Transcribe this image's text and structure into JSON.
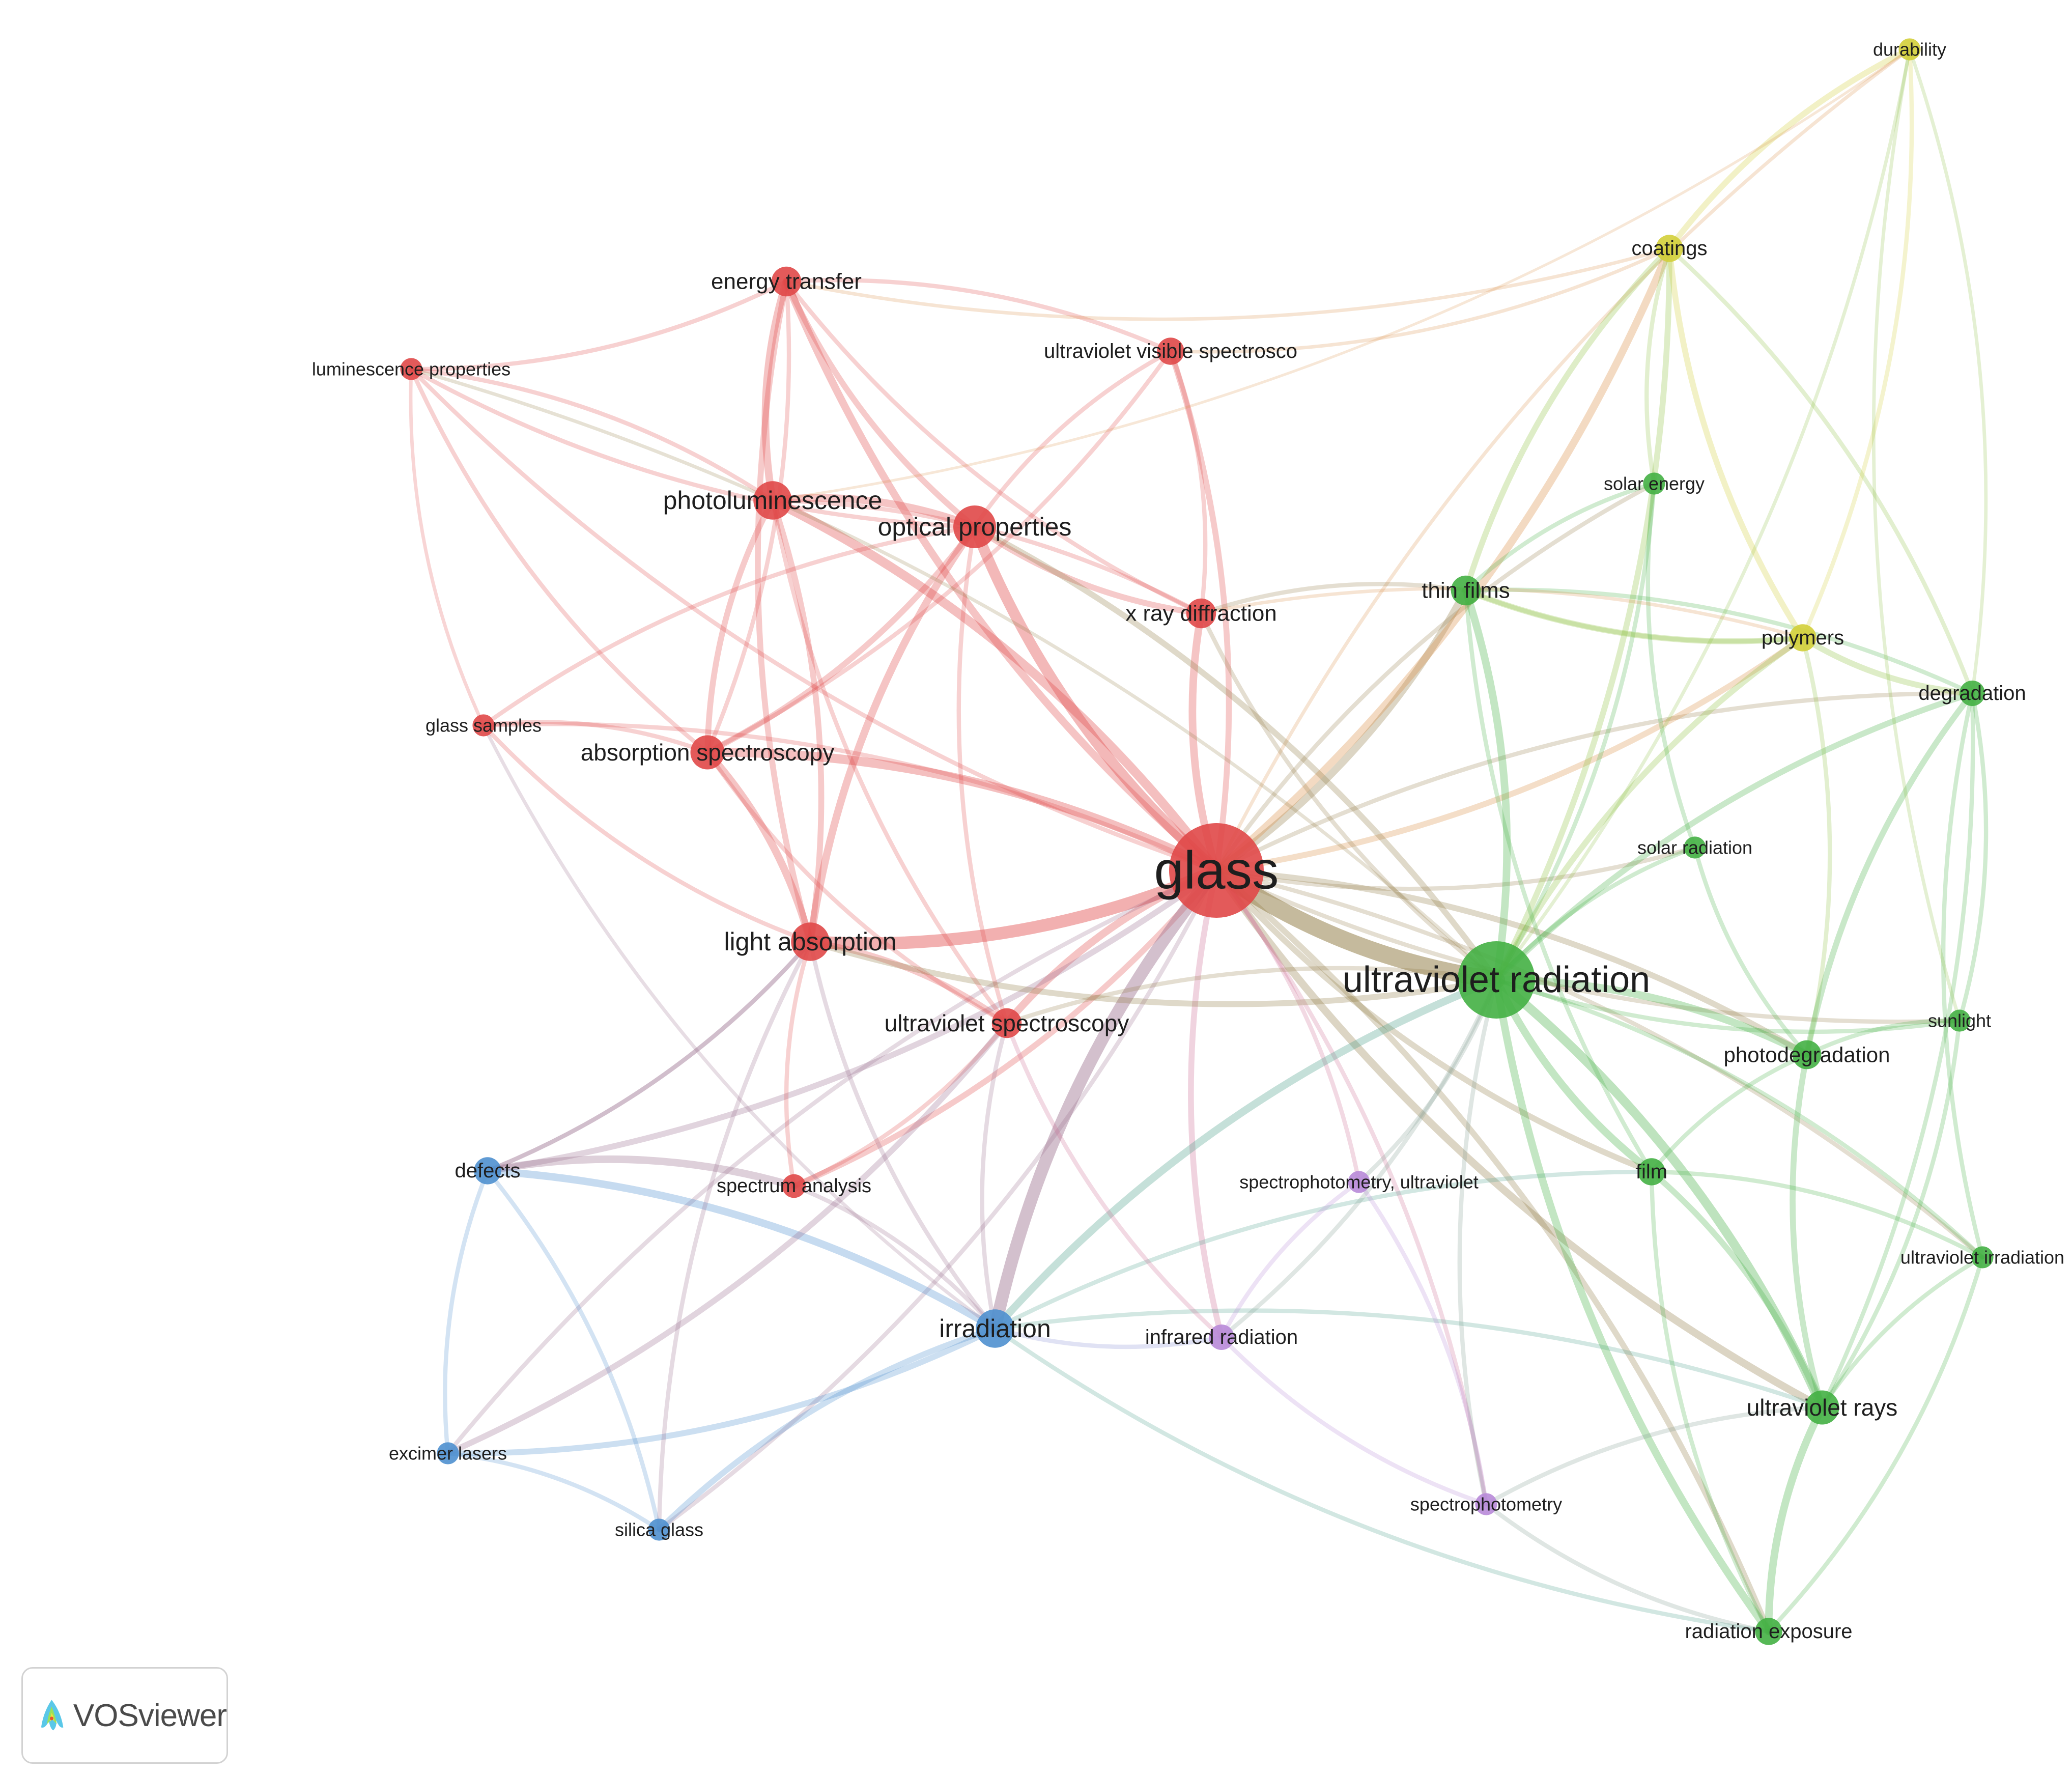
{
  "diagram": {
    "clusters": [
      {
        "id": "red",
        "color": "#e04848"
      },
      {
        "id": "green",
        "color": "#44b044"
      },
      {
        "id": "blue",
        "color": "#4f90cf"
      },
      {
        "id": "yellow",
        "color": "#d3cf3a"
      },
      {
        "id": "purple",
        "color": "#b88ad8"
      }
    ],
    "nodes": [
      {
        "id": "glass",
        "label": "glass",
        "cluster": "red",
        "weight": 10
      },
      {
        "id": "ultraviolet-radiation",
        "label": "ultraviolet radiation",
        "cluster": "green",
        "weight": 8
      },
      {
        "id": "optical-properties",
        "label": "optical properties",
        "cluster": "red",
        "weight": 4
      },
      {
        "id": "photoluminescence",
        "label": "photoluminescence",
        "cluster": "red",
        "weight": 3.5
      },
      {
        "id": "light-absorption",
        "label": "light absorption",
        "cluster": "red",
        "weight": 3.5
      },
      {
        "id": "absorption-spectroscopy",
        "label": "absorption spectroscopy",
        "cluster": "red",
        "weight": 3
      },
      {
        "id": "energy-transfer",
        "label": "energy transfer",
        "cluster": "red",
        "weight": 2.5
      },
      {
        "id": "ultraviolet-visible-spectrosco",
        "label": "ultraviolet visible spectrosco",
        "cluster": "red",
        "weight": 2.2
      },
      {
        "id": "x-ray-diffraction",
        "label": "x ray diffraction",
        "cluster": "red",
        "weight": 2.5
      },
      {
        "id": "ultraviolet-spectroscopy",
        "label": "ultraviolet spectroscopy",
        "cluster": "red",
        "weight": 2.5
      },
      {
        "id": "luminescence-properties",
        "label": "luminescence properties",
        "cluster": "red",
        "weight": 1.6
      },
      {
        "id": "glass-samples",
        "label": "glass samples",
        "cluster": "red",
        "weight": 1.6
      },
      {
        "id": "spectrum-analysis",
        "label": "spectrum analysis",
        "cluster": "red",
        "weight": 1.8
      },
      {
        "id": "irradiation",
        "label": "irradiation",
        "cluster": "blue",
        "weight": 3.5
      },
      {
        "id": "defects",
        "label": "defects",
        "cluster": "blue",
        "weight": 2.2
      },
      {
        "id": "excimer-lasers",
        "label": "excimer lasers",
        "cluster": "blue",
        "weight": 1.6
      },
      {
        "id": "silica-glass",
        "label": "silica glass",
        "cluster": "blue",
        "weight": 1.6
      },
      {
        "id": "thin-films",
        "label": "thin films",
        "cluster": "green",
        "weight": 2.5
      },
      {
        "id": "solar-energy",
        "label": "solar energy",
        "cluster": "green",
        "weight": 1.6
      },
      {
        "id": "solar-radiation",
        "label": "solar radiation",
        "cluster": "green",
        "weight": 1.6
      },
      {
        "id": "degradation",
        "label": "degradation",
        "cluster": "green",
        "weight": 2
      },
      {
        "id": "sunlight",
        "label": "sunlight",
        "cluster": "green",
        "weight": 1.6
      },
      {
        "id": "photodegradation",
        "label": "photodegradation",
        "cluster": "green",
        "weight": 2.4
      },
      {
        "id": "film",
        "label": "film",
        "cluster": "green",
        "weight": 2.2
      },
      {
        "id": "ultraviolet-irradiation",
        "label": "ultraviolet irradiation",
        "cluster": "green",
        "weight": 1.6
      },
      {
        "id": "ultraviolet-rays",
        "label": "ultraviolet rays",
        "cluster": "green",
        "weight": 3
      },
      {
        "id": "radiation-exposure",
        "label": "radiation exposure",
        "cluster": "green",
        "weight": 2.2
      },
      {
        "id": "coatings",
        "label": "coatings",
        "cluster": "yellow",
        "weight": 2.2
      },
      {
        "id": "durability",
        "label": "durability",
        "cluster": "yellow",
        "weight": 1.6
      },
      {
        "id": "polymers",
        "label": "polymers",
        "cluster": "yellow",
        "weight": 2.2
      },
      {
        "id": "spectrophotometry-ultraviolet",
        "label": "spectrophotometry, ultraviolet",
        "cluster": "purple",
        "weight": 1.6
      },
      {
        "id": "infrared-radiation",
        "label": "infrared radiation",
        "cluster": "purple",
        "weight": 2
      },
      {
        "id": "spectrophotometry",
        "label": "spectrophotometry",
        "cluster": "purple",
        "weight": 1.6
      }
    ],
    "links": [
      [
        "glass",
        "ultraviolet-radiation",
        10
      ],
      [
        "glass",
        "optical-properties",
        6
      ],
      [
        "glass",
        "photoluminescence",
        5
      ],
      [
        "glass",
        "light-absorption",
        7
      ],
      [
        "glass",
        "absorption-spectroscopy",
        5
      ],
      [
        "glass",
        "energy-transfer",
        4
      ],
      [
        "glass",
        "ultraviolet-visible-spectrosco",
        3
      ],
      [
        "glass",
        "x-ray-diffraction",
        4
      ],
      [
        "glass",
        "ultraviolet-spectroscopy",
        4
      ],
      [
        "glass",
        "luminescence-properties",
        2
      ],
      [
        "glass",
        "glass-samples",
        2
      ],
      [
        "glass",
        "spectrum-analysis",
        3
      ],
      [
        "glass",
        "irradiation",
        7
      ],
      [
        "glass",
        "defects",
        3
      ],
      [
        "glass",
        "excimer-lasers",
        2
      ],
      [
        "glass",
        "silica-glass",
        2
      ],
      [
        "glass",
        "thin-films",
        4
      ],
      [
        "glass",
        "solar-energy",
        2
      ],
      [
        "glass",
        "solar-radiation",
        2
      ],
      [
        "glass",
        "degradation",
        2
      ],
      [
        "glass",
        "sunlight",
        2
      ],
      [
        "glass",
        "photodegradation",
        3
      ],
      [
        "glass",
        "film",
        3
      ],
      [
        "glass",
        "ultraviolet-irradiation",
        2
      ],
      [
        "glass",
        "ultraviolet-rays",
        4
      ],
      [
        "glass",
        "radiation-exposure",
        3
      ],
      [
        "glass",
        "coatings",
        4
      ],
      [
        "glass",
        "durability",
        1.5
      ],
      [
        "glass",
        "polymers",
        3
      ],
      [
        "glass",
        "spectrophotometry-ultraviolet",
        2
      ],
      [
        "glass",
        "infrared-radiation",
        3
      ],
      [
        "glass",
        "spectrophotometry",
        2
      ],
      [
        "optical-properties",
        "photoluminescence",
        4
      ],
      [
        "optical-properties",
        "energy-transfer",
        3
      ],
      [
        "optical-properties",
        "light-absorption",
        4
      ],
      [
        "optical-properties",
        "absorption-spectroscopy",
        3
      ],
      [
        "optical-properties",
        "x-ray-diffraction",
        3
      ],
      [
        "optical-properties",
        "ultraviolet-visible-spectrosco",
        2
      ],
      [
        "optical-properties",
        "ultraviolet-spectroscopy",
        2
      ],
      [
        "optical-properties",
        "luminescence-properties",
        2
      ],
      [
        "optical-properties",
        "glass-samples",
        2
      ],
      [
        "photoluminescence",
        "energy-transfer",
        4
      ],
      [
        "photoluminescence",
        "absorption-spectroscopy",
        3
      ],
      [
        "photoluminescence",
        "light-absorption",
        3
      ],
      [
        "photoluminescence",
        "luminescence-properties",
        2
      ],
      [
        "photoluminescence",
        "x-ray-diffraction",
        2
      ],
      [
        "photoluminescence",
        "ultraviolet-spectroscopy",
        2
      ],
      [
        "energy-transfer",
        "luminescence-properties",
        2
      ],
      [
        "energy-transfer",
        "light-absorption",
        3
      ],
      [
        "energy-transfer",
        "absorption-spectroscopy",
        2
      ],
      [
        "energy-transfer",
        "x-ray-diffraction",
        2
      ],
      [
        "absorption-spectroscopy",
        "light-absorption",
        4
      ],
      [
        "absorption-spectroscopy",
        "glass-samples",
        2
      ],
      [
        "absorption-spectroscopy",
        "luminescence-properties",
        2
      ],
      [
        "absorption-spectroscopy",
        "ultraviolet-spectroscopy",
        2
      ],
      [
        "light-absorption",
        "ultraviolet-spectroscopy",
        3
      ],
      [
        "light-absorption",
        "spectrum-analysis",
        2
      ],
      [
        "light-absorption",
        "glass-samples",
        2
      ],
      [
        "light-absorption",
        "irradiation",
        2
      ],
      [
        "light-absorption",
        "defects",
        2
      ],
      [
        "light-absorption",
        "ultraviolet-radiation",
        3
      ],
      [
        "glass-samples",
        "luminescence-properties",
        1.5
      ],
      [
        "x-ray-diffraction",
        "ultraviolet-visible-spectrosco",
        2
      ],
      [
        "x-ray-diffraction",
        "thin-films",
        2
      ],
      [
        "x-ray-diffraction",
        "ultraviolet-radiation",
        2
      ],
      [
        "ultraviolet-visible-spectrosco",
        "absorption-spectroscopy",
        2
      ],
      [
        "ultraviolet-visible-spectrosco",
        "energy-transfer",
        2
      ],
      [
        "ultraviolet-spectroscopy",
        "spectrum-analysis",
        2
      ],
      [
        "ultraviolet-spectroscopy",
        "irradiation",
        2
      ],
      [
        "ultraviolet-spectroscopy",
        "ultraviolet-radiation",
        2
      ],
      [
        "spectrum-analysis",
        "defects",
        4
      ],
      [
        "spectrum-analysis",
        "irradiation",
        2
      ],
      [
        "irradiation",
        "defects",
        4
      ],
      [
        "irradiation",
        "excimer-lasers",
        3
      ],
      [
        "irradiation",
        "silica-glass",
        3
      ],
      [
        "irradiation",
        "ultraviolet-radiation",
        4
      ],
      [
        "irradiation",
        "infrared-radiation",
        2
      ],
      [
        "irradiation",
        "ultraviolet-rays",
        2
      ],
      [
        "irradiation",
        "radiation-exposure",
        2
      ],
      [
        "irradiation",
        "film",
        2
      ],
      [
        "defects",
        "excimer-lasers",
        2
      ],
      [
        "defects",
        "silica-glass",
        2
      ],
      [
        "defects",
        "light-absorption",
        2
      ],
      [
        "excimer-lasers",
        "silica-glass",
        2
      ],
      [
        "excimer-lasers",
        "ultraviolet-spectroscopy",
        3
      ],
      [
        "silica-glass",
        "light-absorption",
        2
      ],
      [
        "ultraviolet-radiation",
        "thin-films",
        4
      ],
      [
        "ultraviolet-radiation",
        "photodegradation",
        4
      ],
      [
        "ultraviolet-radiation",
        "film",
        4
      ],
      [
        "ultraviolet-radiation",
        "ultraviolet-rays",
        5
      ],
      [
        "ultraviolet-radiation",
        "radiation-exposure",
        4
      ],
      [
        "ultraviolet-radiation",
        "degradation",
        3
      ],
      [
        "ultraviolet-radiation",
        "sunlight",
        2
      ],
      [
        "ultraviolet-radiation",
        "solar-radiation",
        2
      ],
      [
        "ultraviolet-radiation",
        "solar-energy",
        2
      ],
      [
        "ultraviolet-radiation",
        "ultraviolet-irradiation",
        2
      ],
      [
        "ultraviolet-radiation",
        "coatings",
        3
      ],
      [
        "ultraviolet-radiation",
        "polymers",
        3
      ],
      [
        "ultraviolet-radiation",
        "optical-properties",
        3
      ],
      [
        "ultraviolet-radiation",
        "infrared-radiation",
        2
      ],
      [
        "ultraviolet-radiation",
        "spectrophotometry",
        2
      ],
      [
        "ultraviolet-radiation",
        "spectrophotometry-ultraviolet",
        2
      ],
      [
        "ultraviolet-radiation",
        "durability",
        1.5
      ],
      [
        "thin-films",
        "coatings",
        3
      ],
      [
        "thin-films",
        "polymers",
        2
      ],
      [
        "thin-films",
        "solar-energy",
        2
      ],
      [
        "thin-films",
        "film",
        2
      ],
      [
        "thin-films",
        "degradation",
        2
      ],
      [
        "coatings",
        "polymers",
        3
      ],
      [
        "coatings",
        "durability",
        3
      ],
      [
        "coatings",
        "solar-energy",
        2
      ],
      [
        "coatings",
        "degradation",
        2
      ],
      [
        "polymers",
        "degradation",
        3
      ],
      [
        "polymers",
        "photodegradation",
        2
      ],
      [
        "polymers",
        "durability",
        2
      ],
      [
        "polymers",
        "thin-films",
        3
      ],
      [
        "degradation",
        "photodegradation",
        3
      ],
      [
        "degradation",
        "sunlight",
        2
      ],
      [
        "degradation",
        "ultraviolet-irradiation",
        2
      ],
      [
        "degradation",
        "ultraviolet-rays",
        2
      ],
      [
        "photodegradation",
        "film",
        2
      ],
      [
        "photodegradation",
        "sunlight",
        2
      ],
      [
        "photodegradation",
        "ultraviolet-rays",
        3
      ],
      [
        "film",
        "ultraviolet-rays",
        3
      ],
      [
        "film",
        "radiation-exposure",
        2
      ],
      [
        "film",
        "ultraviolet-irradiation",
        2
      ],
      [
        "ultraviolet-rays",
        "radiation-exposure",
        4
      ],
      [
        "ultraviolet-rays",
        "ultraviolet-irradiation",
        2
      ],
      [
        "ultraviolet-rays",
        "sunlight",
        2
      ],
      [
        "radiation-exposure",
        "spectrophotometry",
        2
      ],
      [
        "radiation-exposure",
        "ultraviolet-irradiation",
        2
      ],
      [
        "solar-radiation",
        "solar-energy",
        2
      ],
      [
        "solar-radiation",
        "photodegradation",
        2
      ],
      [
        "durability",
        "degradation",
        1.5
      ],
      [
        "durability",
        "sunlight",
        1.5
      ],
      [
        "infrared-radiation",
        "spectrophotometry-ultraviolet",
        2
      ],
      [
        "infrared-radiation",
        "spectrophotometry",
        2
      ],
      [
        "infrared-radiation",
        "ultraviolet-spectroscopy",
        2
      ],
      [
        "spectrophotometry",
        "spectrophotometry-ultraviolet",
        2
      ],
      [
        "spectrophotometry",
        "ultraviolet-rays",
        2
      ],
      [
        "energy-transfer",
        "coatings",
        1.5
      ],
      [
        "luminescence-properties",
        "ultraviolet-radiation",
        1.5
      ],
      [
        "glass-samples",
        "irradiation",
        1.5
      ],
      [
        "x-ray-diffraction",
        "polymers",
        1.5
      ],
      [
        "ultraviolet-visible-spectrosco",
        "coatings",
        1.5
      ],
      [
        "durability",
        "photoluminescence",
        1
      ]
    ]
  },
  "badge": {
    "label": "VOSviewer",
    "icon": "vosviewer-logo-icon"
  }
}
